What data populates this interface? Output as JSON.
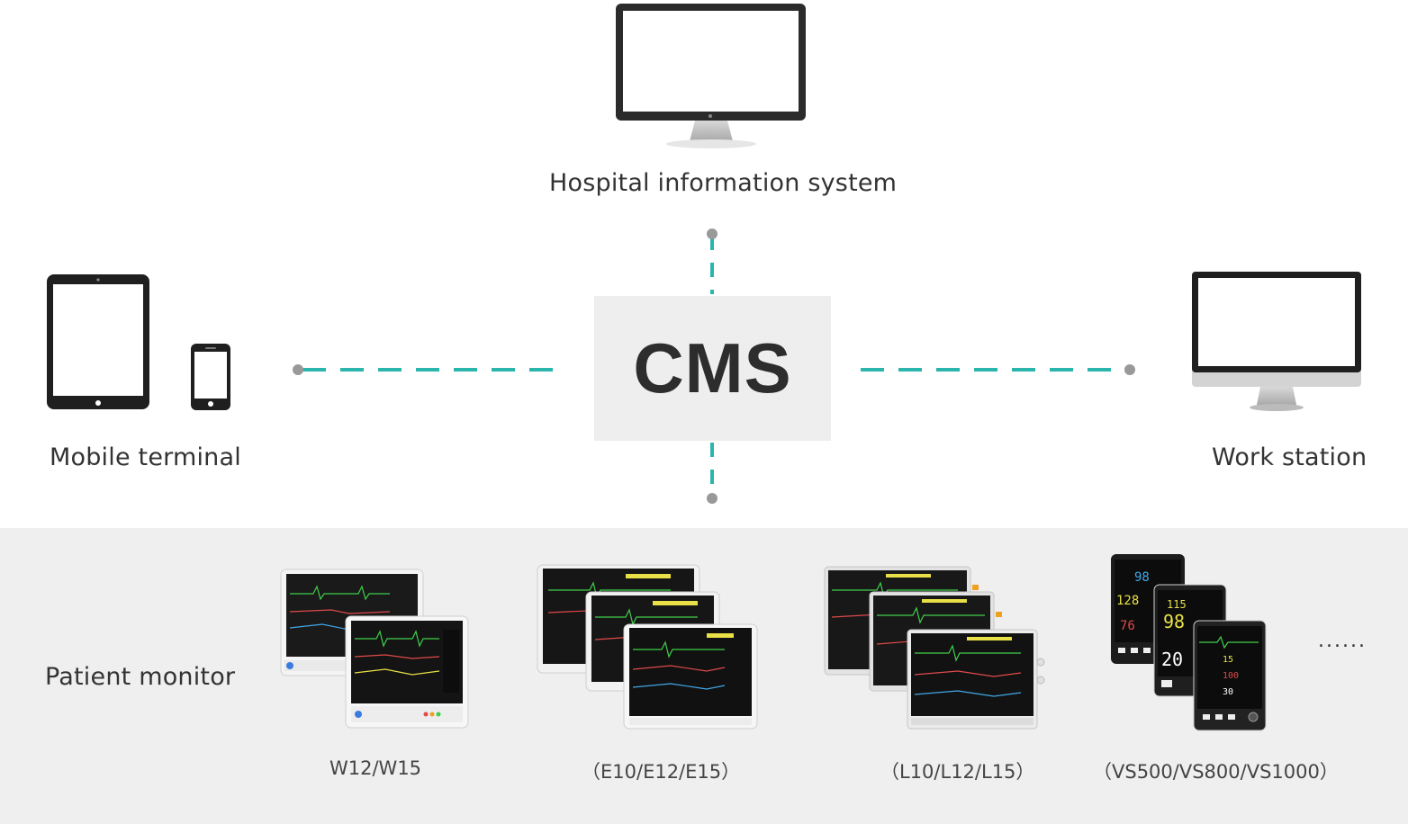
{
  "center": {
    "label": "CMS"
  },
  "nodes": {
    "top": {
      "label": "Hospital information system"
    },
    "left": {
      "label": "Mobile terminal"
    },
    "right": {
      "label": "Work station"
    },
    "bottom": {
      "label": "Patient monitor"
    }
  },
  "monitors": [
    {
      "model": "W12/W15"
    },
    {
      "model": "（E10/E12/E15）"
    },
    {
      "model": "（L10/L12/L15）"
    },
    {
      "model": "（VS500/VS800/VS1000）"
    }
  ],
  "more_indicator": "......",
  "colors": {
    "connector": "#2bb5ad",
    "endpoint": "#999999",
    "device": "#222222",
    "cms_bg": "#eeeeee",
    "band_bg": "#efefef"
  }
}
